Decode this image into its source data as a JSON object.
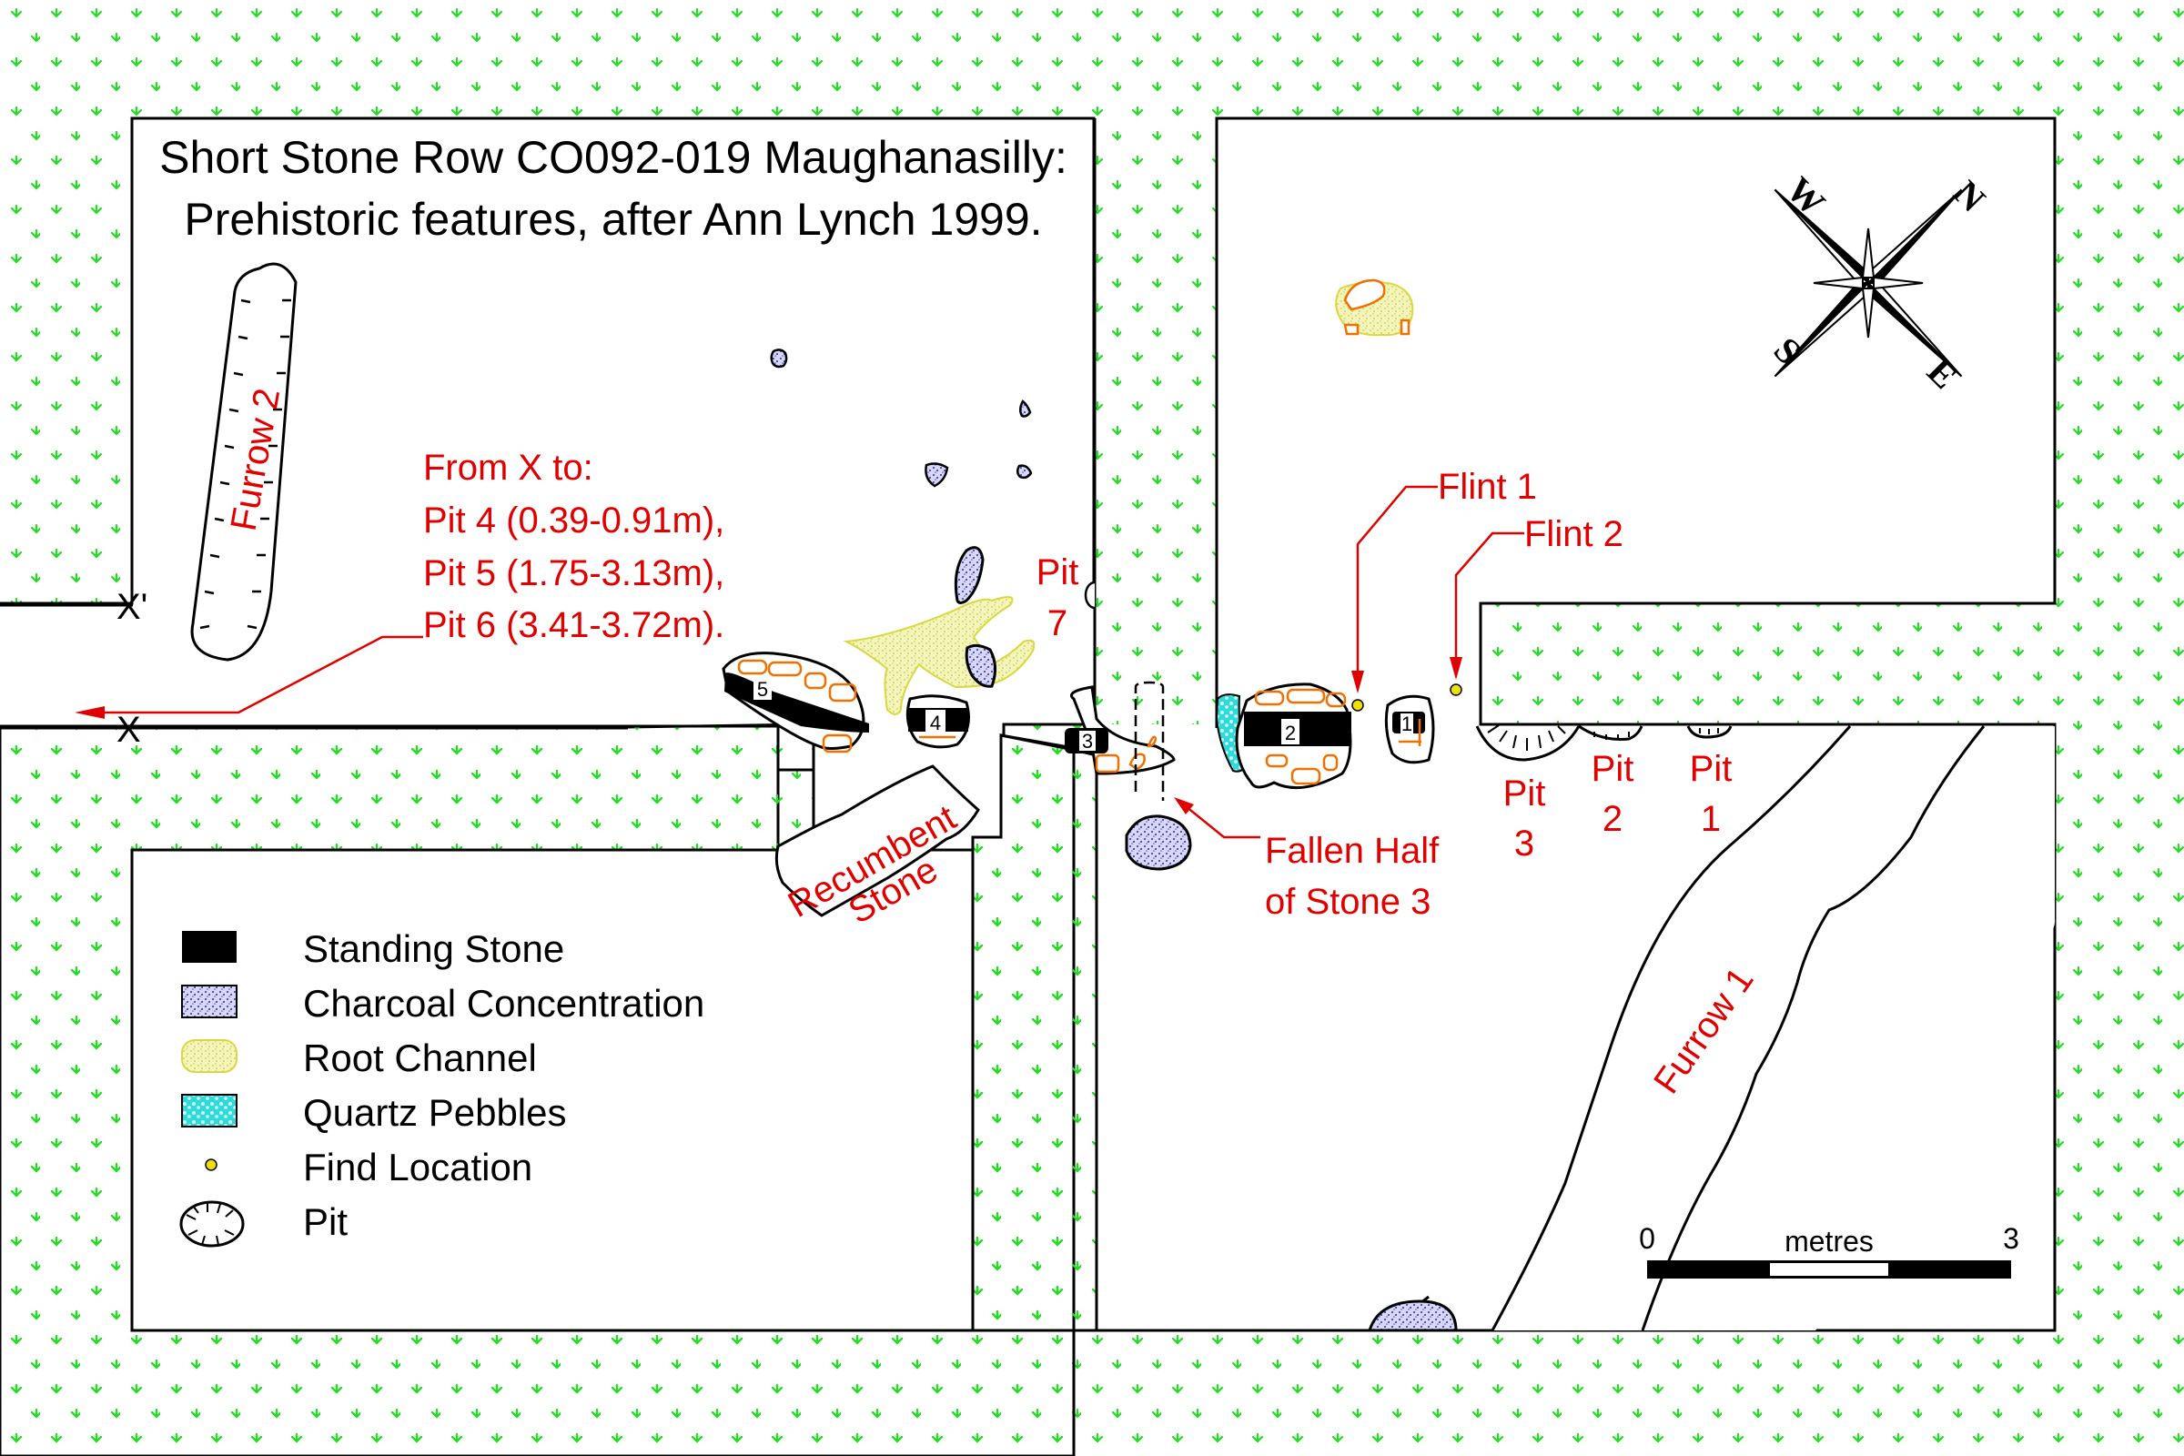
{
  "title": {
    "line1": "Short Stone Row CO092-019 Maughanasilly:",
    "line2": "Prehistoric features, after Ann Lynch 1999."
  },
  "measurement_note": {
    "line1": "From X to:",
    "line2": "Pit 4 (0.39-0.91m),",
    "line3": "Pit 5 (1.75-3.13m),",
    "line4": "Pit 6 (3.41-3.72m)."
  },
  "reference_points": {
    "x": "X",
    "x_prime": "X'"
  },
  "features": {
    "furrow_1": "Furrow 1",
    "furrow_2": "Furrow 2",
    "recumbent_line1": "Recumbent",
    "recumbent_line2": "Stone",
    "pit7_line1": "Pit",
    "pit7_line2": "7",
    "pit3_line1": "Pit",
    "pit3_line2": "3",
    "pit2_line1": "Pit",
    "pit2_line2": "2",
    "pit1_line1": "Pit",
    "pit1_line2": "1",
    "flint1": "Flint 1",
    "flint2": "Flint 2",
    "fallen_line1": "Fallen Half",
    "fallen_line2": "of Stone 3"
  },
  "stones": [
    {
      "number": "1"
    },
    {
      "number": "2"
    },
    {
      "number": "3"
    },
    {
      "number": "4"
    },
    {
      "number": "5"
    }
  ],
  "compass": {
    "north": "N",
    "east": "E",
    "south": "S",
    "west": "W"
  },
  "legend": {
    "items": [
      {
        "icon": "standing-stone-swatch",
        "label": "Standing Stone"
      },
      {
        "icon": "charcoal-swatch",
        "label": "Charcoal Concentration"
      },
      {
        "icon": "root-channel-swatch",
        "label": "Root Channel"
      },
      {
        "icon": "quartz-swatch",
        "label": "Quartz Pebbles"
      },
      {
        "icon": "find-location-dot",
        "label": "Find Location"
      },
      {
        "icon": "pit-symbol",
        "label": "Pit"
      }
    ]
  },
  "scale_bar": {
    "start": "0",
    "end": "3",
    "unit": "metres"
  },
  "colors": {
    "annotation_red": "#e00000",
    "grass_green": "#22dd22",
    "charcoal_blue": "#3030c0",
    "root_yellow": "#e8e860",
    "quartz_cyan": "#30e0e0",
    "stone_packing_orange": "#f07000",
    "find_yellow": "#f0e000"
  }
}
